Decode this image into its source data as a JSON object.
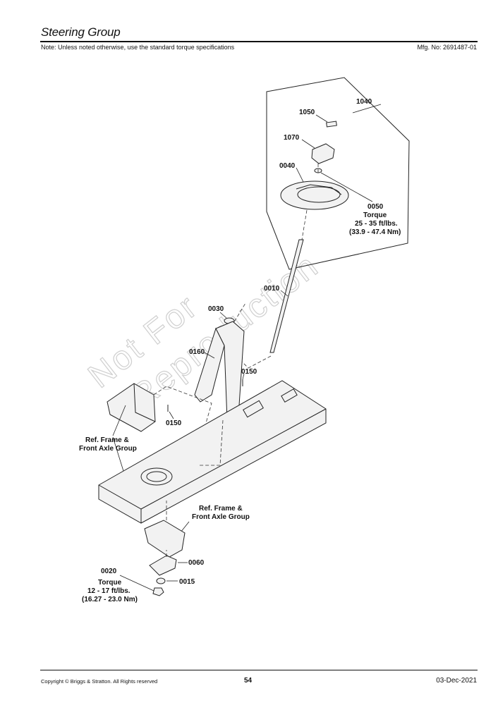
{
  "header": {
    "title": "Steering Group",
    "note": "Note: Unless noted otherwise, use the standard torque specifications",
    "mfg_no": "Mfg. No: 2691487-01"
  },
  "watermark": {
    "line1": "Not For",
    "line2": "Reproduction"
  },
  "callouts": {
    "p1040": "1040",
    "p1050": "1050",
    "p1070": "1070",
    "p0040": "0040",
    "p0050": "0050",
    "p0050_torque_label": "Torque",
    "p0050_torque_ft": "25 - 35 ft/lbs.",
    "p0050_torque_nm": "(33.9 - 47.4 Nm)",
    "p0010": "0010",
    "p0030": "0030",
    "p0160": "0160",
    "p0150_upper": "0150",
    "p0150_left": "0150",
    "ref_frame_1_line1": "Ref. Frame &",
    "ref_frame_1_line2": "Front Axle Group",
    "ref_frame_2_line1": "Ref. Frame &",
    "ref_frame_2_line2": "Front Axle Group",
    "p0060": "0060",
    "p0020": "0020",
    "p0020_torque_label": "Torque",
    "p0020_torque_ft": "12 - 17 ft/lbs.",
    "p0020_torque_nm": "(16.27 - 23.0 Nm)",
    "p0015": "0015"
  },
  "footer": {
    "copyright": "Copyright © Briggs & Stratton. All Rights reserved",
    "page_number": "54",
    "date": "03-Dec-2021"
  }
}
